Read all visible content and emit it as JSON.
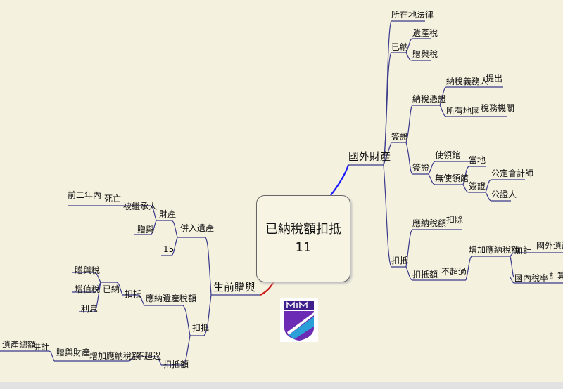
{
  "central_topic": {
    "title": "已納稅額扣抵",
    "number": "11"
  },
  "right_branch": {
    "label": "國外財產",
    "law": "所在地法律",
    "paid": {
      "label": "已納",
      "items": [
        "遺產稅",
        "贈與稅"
      ]
    },
    "certification": {
      "label": "簽證",
      "tax_cert": {
        "label": "納稅憑證",
        "taxpayer": "納稅義務人",
        "submit": "提出",
        "country": "所有地國",
        "authority": "稅務機關"
      },
      "visa": {
        "label": "簽證",
        "consulate": "使領館",
        "no_consulate": "無使領館",
        "local": "當地",
        "sign": "簽證",
        "accountant": "公定會計師",
        "notary": "公證人"
      }
    },
    "deduction": {
      "label": "扣抵",
      "payable": "應納稅額",
      "deduct": "扣除",
      "limit": "扣抵額",
      "exceed": "不超過",
      "increase": "增加應納稅額",
      "add": "加計",
      "foreign_estate": "國外遺產",
      "domestic_rate": "國內稅率",
      "compute": "計算"
    }
  },
  "left_branch": {
    "label": "生前贈與",
    "merged": "併入遺產",
    "property": "財產",
    "heir": "被繼承人",
    "death": "死亡",
    "two_years": "前二年內",
    "gift": "贈與",
    "article": "15",
    "deduction": {
      "label": "扣抵",
      "payable_estate": "應納遺產稅額",
      "sub_deduct": "扣抵",
      "paid": "已納",
      "taxes": [
        "贈與稅",
        "增值稅",
        "利息"
      ],
      "limit": "扣抵額",
      "exceed": "不超過",
      "increase": "增加應納稅額",
      "gift_property": "贈與財產",
      "combined": "併計",
      "total_estate": "遺產總額"
    }
  },
  "colors": {
    "background": "#f5f1df",
    "line": "#3a3a8c",
    "right_link": "#1a1aff",
    "left_link": "#cc1a1a",
    "underline": "#5a5aa0"
  }
}
